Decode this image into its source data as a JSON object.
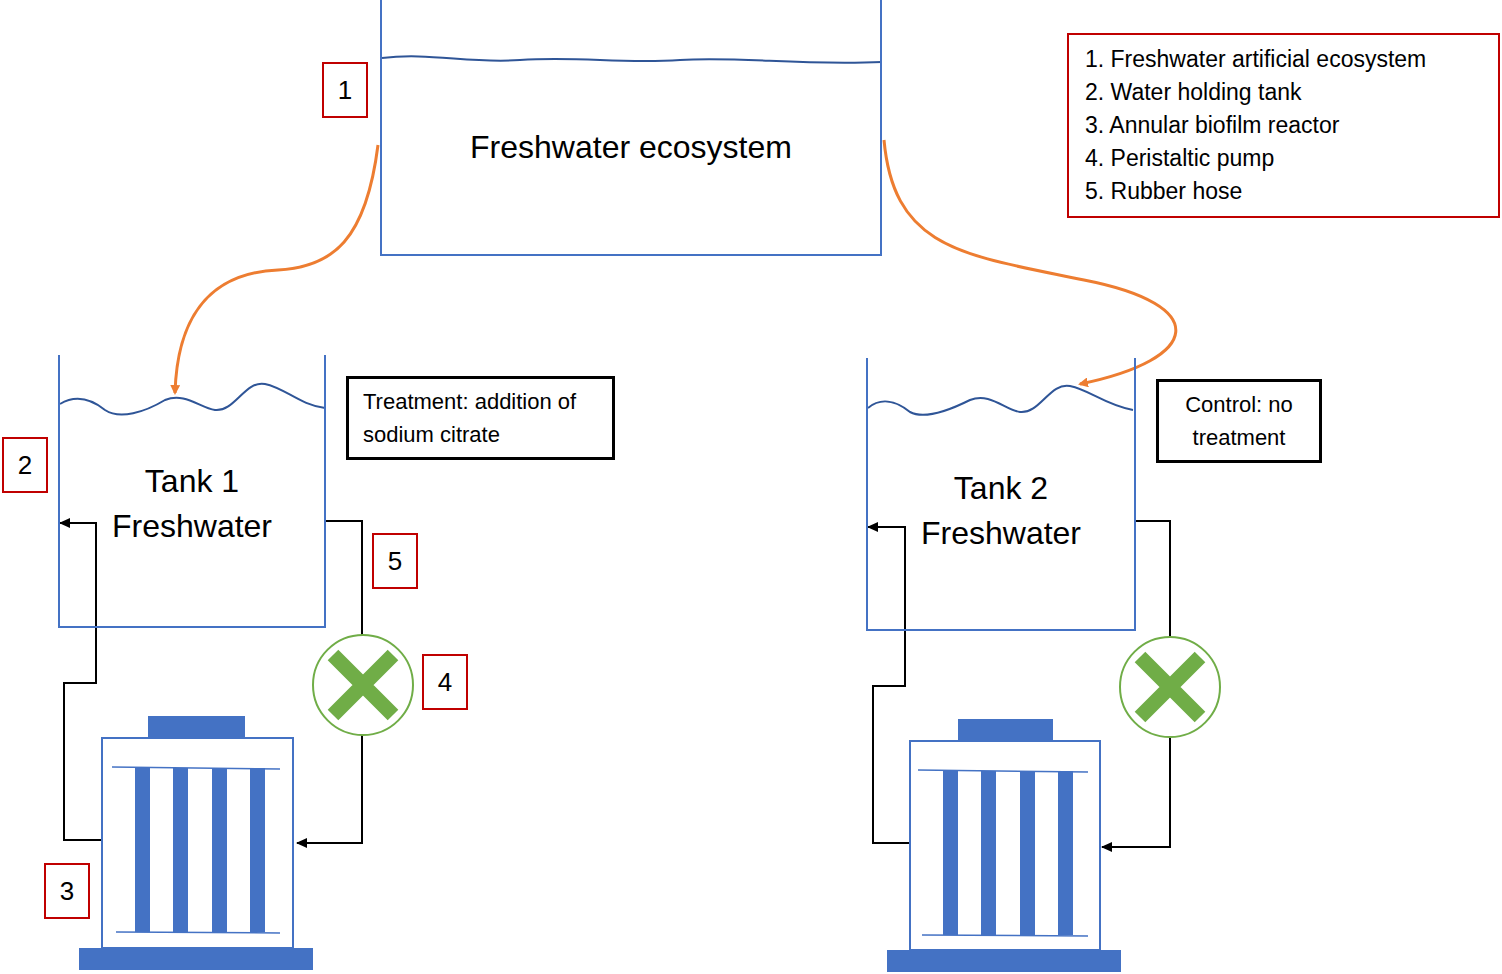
{
  "diagram": {
    "nodes": [
      {
        "text": [
          "Freshwater ecosystem"
        ]
      },
      {
        "text": [
          "1. Freshwater artificial ecosystem",
          "2. Water holding tank",
          "3. Annular biofilm reactor",
          "4. Peristaltic pump",
          "5. Rubber hose"
        ]
      },
      {
        "text": [
          "Tank 1 Freshwater"
        ]
      },
      {
        "text": [
          "Treatment: addition of sodium citrate"
        ]
      },
      {
        "text": [
          "Tank 2 Freshwater"
        ]
      },
      {
        "text": [
          "Control: no treatment"
        ]
      }
    ],
    "edges": [
      {
        "from": 0,
        "to": 2,
        "arrow": "to"
      },
      {
        "from": 0,
        "to": 4,
        "arrow": "to"
      }
    ],
    "labels": [
      "1",
      "2",
      "5",
      "4",
      "3"
    ]
  }
}
